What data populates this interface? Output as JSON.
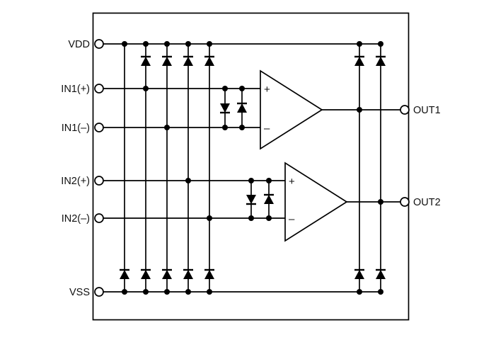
{
  "page": {
    "background": "#ffffff",
    "line_color": "#000000"
  },
  "diagram": {
    "type": "dual-opamp-esd-protection-schematic",
    "pins_left": [
      {
        "id": "vdd",
        "label": "VDD"
      },
      {
        "id": "in1p",
        "label": "IN1(+)"
      },
      {
        "id": "in1m",
        "label": "IN1(–)"
      },
      {
        "id": "in2p",
        "label": "IN2(+)"
      },
      {
        "id": "in2m",
        "label": "IN2(–)"
      },
      {
        "id": "vss",
        "label": "VSS"
      }
    ],
    "pins_right": [
      {
        "id": "out1",
        "label": "OUT1"
      },
      {
        "id": "out2",
        "label": "OUT2"
      }
    ],
    "opamps": [
      {
        "name": "opamp-1",
        "plus_label": "+",
        "minus_label": "–"
      },
      {
        "name": "opamp-2",
        "plus_label": "+",
        "minus_label": "–"
      }
    ]
  }
}
